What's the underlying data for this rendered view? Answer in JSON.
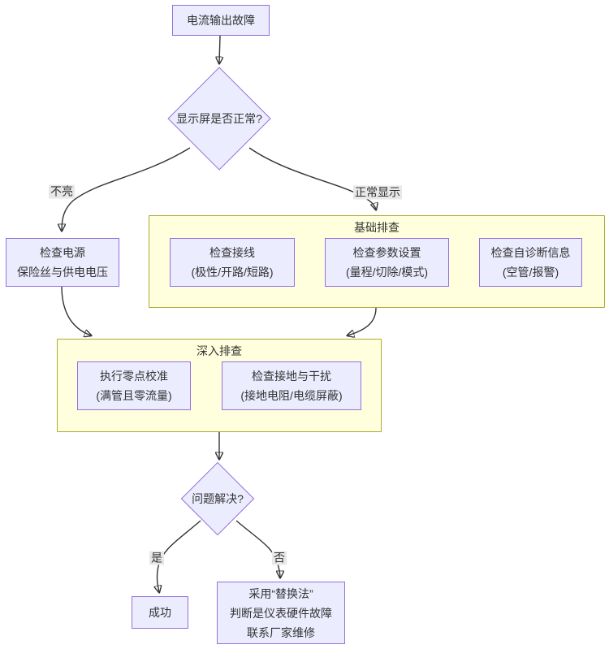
{
  "colors": {
    "node_fill": "#ECECFF",
    "node_border": "#9370DB",
    "cluster_fill": "#FFFFDE",
    "cluster_border": "#AAAA33",
    "edge": "#333333",
    "label_bg": "#E8E8E8",
    "text": "#333333"
  },
  "nodes": {
    "start": {
      "label": "电流输出故障"
    },
    "display_check": {
      "label": "显示屏是否正常?"
    },
    "check_power": {
      "lines": [
        "检查电源",
        "保险丝与供电电压"
      ]
    },
    "check_wiring": {
      "lines": [
        "检查接线",
        "(极性/开路/短路)"
      ]
    },
    "check_params": {
      "lines": [
        "检查参数设置",
        "(量程/切除/模式)"
      ]
    },
    "check_diag": {
      "lines": [
        "检查自诊断信息",
        "(空管/报警)"
      ]
    },
    "zero_cal": {
      "lines": [
        "执行零点校准",
        "(满管且零流量)"
      ]
    },
    "check_ground": {
      "lines": [
        "检查接地与干扰",
        "(接地电阻/电缆屏蔽)"
      ]
    },
    "solved_check": {
      "label": "问题解决?"
    },
    "success": {
      "label": "成功"
    },
    "replace": {
      "lines": [
        "采用“替换法”",
        "判断是仪表硬件故障",
        "联系厂家维修"
      ]
    }
  },
  "clusters": {
    "basic": {
      "title": "基础排查"
    },
    "deep": {
      "title": "深入排查"
    }
  },
  "edge_labels": {
    "not_lit": "不亮",
    "normal": "正常显示",
    "yes": "是",
    "no": "否"
  }
}
